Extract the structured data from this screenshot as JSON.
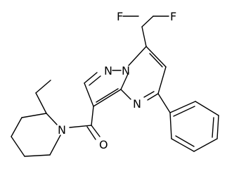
{
  "molecule": {
    "atoms": {
      "f1": "F",
      "f2": "F",
      "n_pyrazole_top": "N",
      "n_bridge": "N",
      "n_pyrimidine": "N",
      "n_piperidine": "N",
      "o_carbonyl": "O"
    }
  }
}
